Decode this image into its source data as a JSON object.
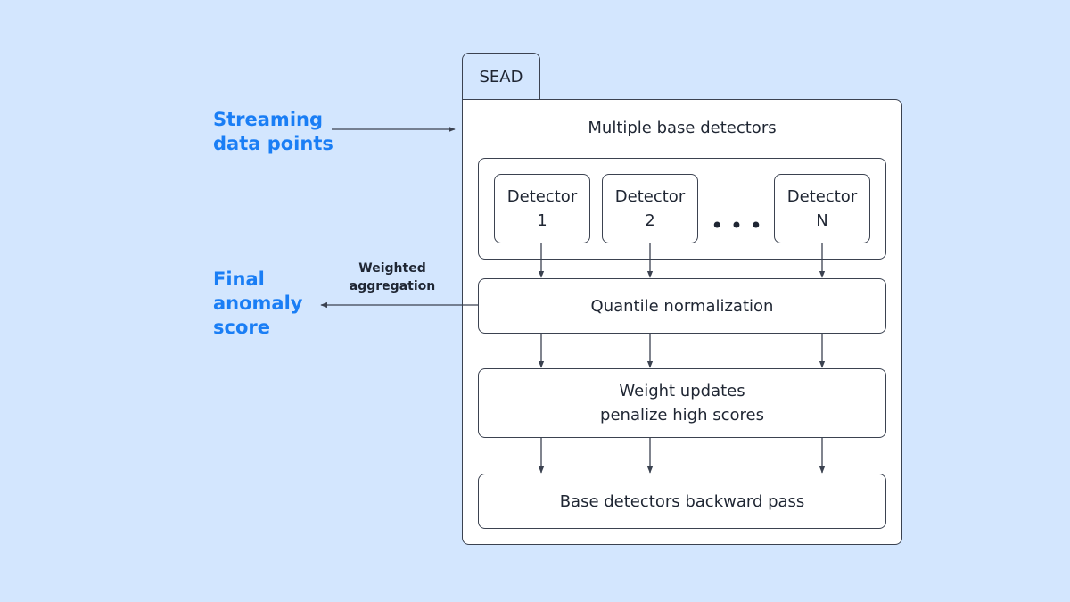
{
  "inputs": {
    "streaming_label_line1": "Streaming",
    "streaming_label_line2": "data points"
  },
  "outputs": {
    "final_label_line1": "Final",
    "final_label_line2": "anomaly",
    "final_label_line3": "score",
    "aggregation_label_line1": "Weighted",
    "aggregation_label_line2": "aggregation"
  },
  "sead": {
    "tab_label": "SEAD",
    "detectors_heading": "Multiple base detectors",
    "detectors": [
      {
        "line1": "Detector",
        "line2": "1"
      },
      {
        "line1": "Detector",
        "line2": "2"
      },
      {
        "line1": "Detector",
        "line2": "N"
      }
    ],
    "ellipsis": "• • •",
    "stages": {
      "quantile": "Quantile normalization",
      "weight_line1": "Weight updates",
      "weight_line2": "penalize high scores",
      "backward": "Base detectors backward pass"
    }
  },
  "colors": {
    "background": "#d3e6fe",
    "accent_blue": "#1a7ef5",
    "stroke": "#3b4250"
  }
}
